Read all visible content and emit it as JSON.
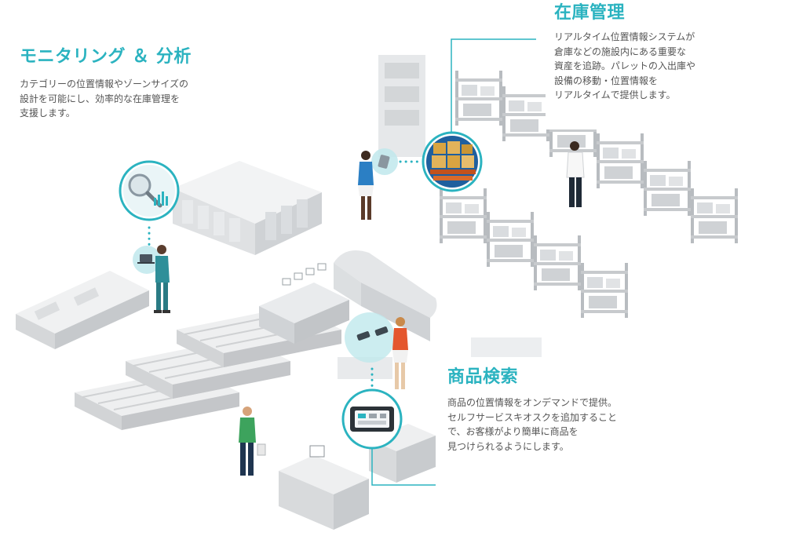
{
  "accent_color": "#2bb3c0",
  "sections": {
    "monitoring": {
      "title": "モニタリング ＆ 分析",
      "lines": [
        "カテゴリーの位置情報やゾーンサイズの",
        "設計を可能にし、効率的な在庫管理を",
        "支援します。"
      ]
    },
    "inventory": {
      "title": "在庫管理",
      "lines": [
        "リアルタイム位置情報システムが",
        "倉庫などの施設内にある重要な",
        "資産を追跡。パレットの入出庫や",
        "設備の移動・位置情報を",
        "リアルタイムで提供します。"
      ]
    },
    "product_search": {
      "title": "商品検索",
      "lines": [
        "商品の位置情報をオンデマンドで提供。",
        "セルフサービスキオスクを追加すること",
        "で、お客様がより簡単に商品を",
        "見つけられるようにします。"
      ]
    }
  },
  "icons": {
    "monitoring_hotspot": "magnifier-chart-icon",
    "monitoring_person": "laptop-icon",
    "inventory_hotspot": "pallet-boxes-icon",
    "inventory_person": "tablet-icon",
    "search_hotspot": "touch-icon",
    "search_kiosk": "kiosk-icon"
  }
}
